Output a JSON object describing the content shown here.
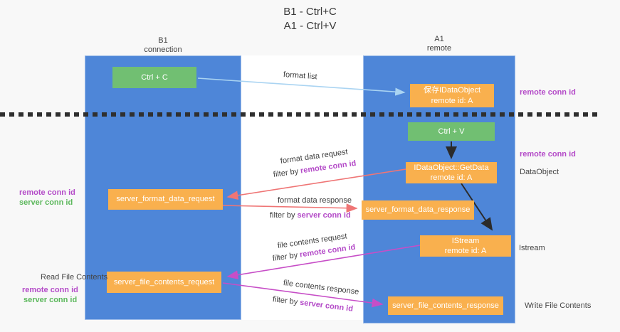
{
  "title": {
    "line1": "B1 - Ctrl+C",
    "line2": "A1 - Ctrl+V"
  },
  "columns": {
    "left": {
      "name": "B1",
      "subtitle": "connection"
    },
    "right": {
      "name": "A1",
      "subtitle": "remote"
    }
  },
  "boxes": {
    "ctrl_c": "Ctrl + C",
    "ctrl_v": "Ctrl + V",
    "save_idataobject": {
      "line1": "保存IDataObject",
      "line2": "remote id: A"
    },
    "getdata": {
      "line1": "IDataObject::GetData",
      "line2": "remote id: A"
    },
    "istream": {
      "line1": "IStream",
      "line2": "remote id: A"
    },
    "server_format_data_request": "server_format_data_request",
    "server_format_data_response": "server_format_data_response",
    "server_file_contents_request": "server_file_contents_request",
    "server_file_contents_response": "server_file_contents_response"
  },
  "flows": {
    "format_list": {
      "label": "format list"
    },
    "format_request": {
      "label": "format data request",
      "filter_prefix": "filter by ",
      "filter_key": "remote conn id"
    },
    "format_response": {
      "label": "format data response",
      "filter_prefix": "filter by ",
      "filter_key": "server conn id"
    },
    "file_request": {
      "label": "file contents request",
      "filter_prefix": "filter by ",
      "filter_key": "remote conn id"
    },
    "file_response": {
      "label": "file contents response",
      "filter_prefix": "filter by ",
      "filter_key": "server conn id"
    }
  },
  "annotations": {
    "right_top_remote": "remote conn id",
    "right_mid_remote": "remote conn id",
    "dataobject": "DataObject",
    "istream": "Istream",
    "write_file": "Write File Contents",
    "left_mid_remote": "remote conn id",
    "left_mid_server": "server conn id",
    "read_file": "Read File Contents",
    "left_bottom_remote": "remote conn id",
    "left_bottom_server": "server conn id"
  },
  "colors": {
    "column_blue": "#4e86d8",
    "box_orange": "#f9b04e",
    "box_green": "#71bf72",
    "conn_purple": "#b44bc8",
    "conn_green": "#5cb85c",
    "arrow_salmon": "#ef7575",
    "arrow_magenta": "#c74ec7",
    "arrow_blue": "#aad4f2",
    "arrow_black": "#2b2b2b"
  }
}
